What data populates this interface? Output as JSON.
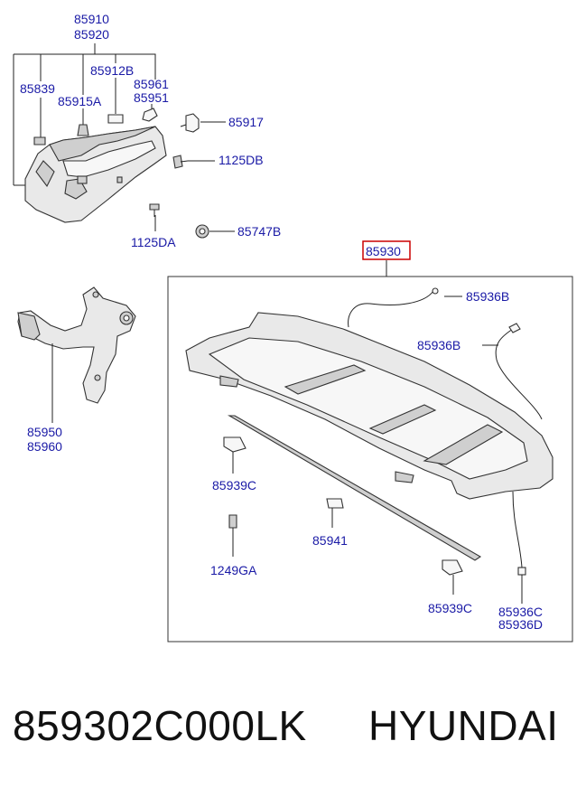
{
  "labels": {
    "p85910": "85910",
    "p85920": "85920",
    "p85912b": "85912B",
    "p85839": "85839",
    "p85915a": "85915A",
    "p85961": "85961",
    "p85951": "85951",
    "p85917": "85917",
    "p1125db": "1125DB",
    "p1125da": "1125DA",
    "p85747b": "85747B",
    "p85930": "85930",
    "p85936b_1": "85936B",
    "p85936b_2": "85936B",
    "p85950": "85950",
    "p85960": "85960",
    "p85939c_1": "85939C",
    "p85941": "85941",
    "p1249ga": "1249GA",
    "p85939c_2": "85939C",
    "p85936c": "85936C",
    "p85936d": "85936D"
  },
  "footer": {
    "part_number": "859302C000LK",
    "brand": "HYUNDAI"
  },
  "colors": {
    "label_text": "#1a1aa6",
    "highlight_box": "#cc0000",
    "line": "#222222"
  }
}
